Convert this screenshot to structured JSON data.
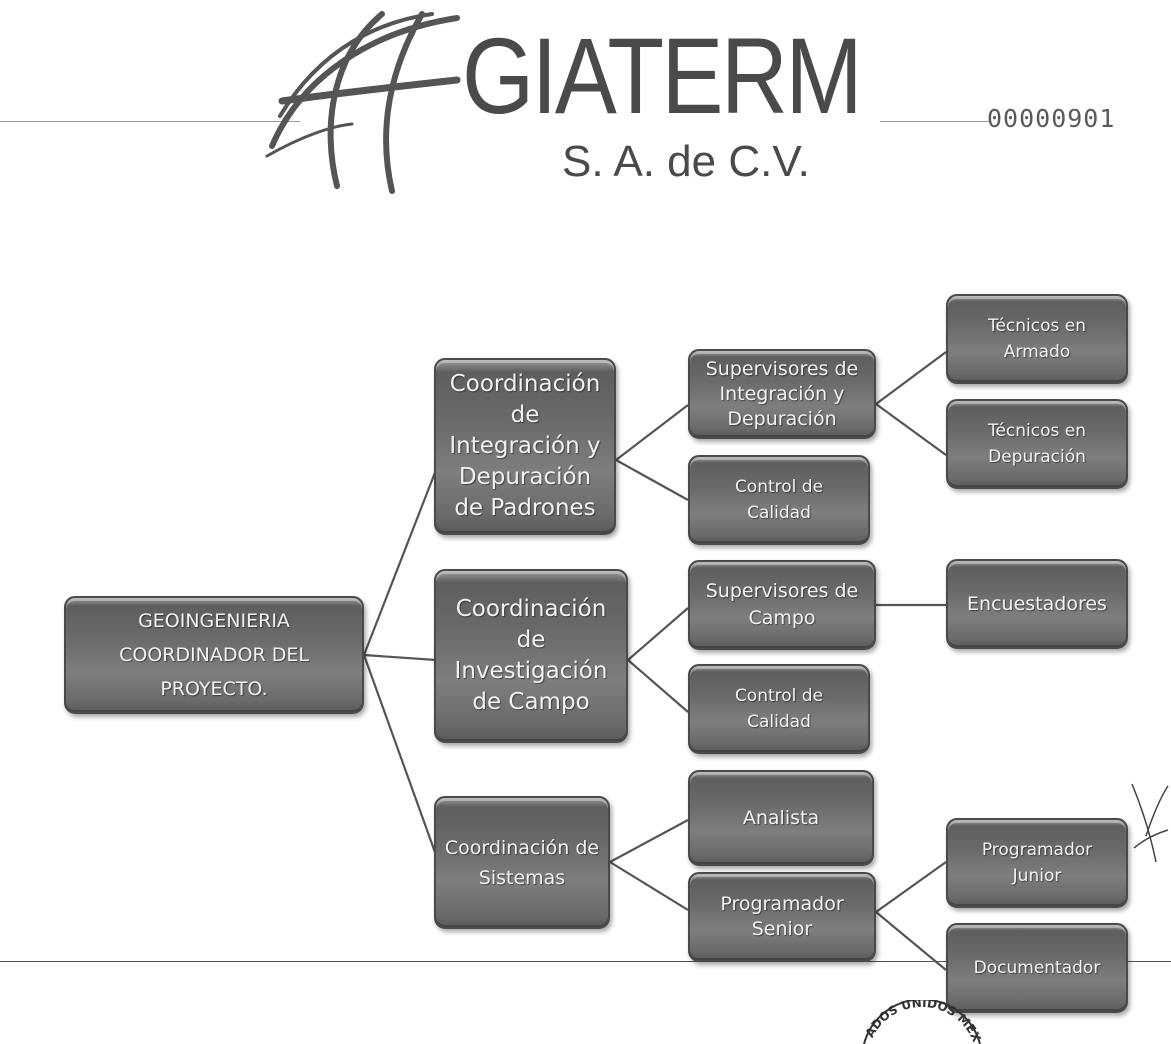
{
  "header": {
    "brand_name": "GIATERM",
    "brand_sub": "S. A. de C.V.",
    "doc_number": "00000901"
  },
  "org_chart": {
    "root": {
      "label": "GEOINGENIERIA COORDINADOR DEL PROYECTO."
    },
    "coordinations": [
      {
        "label": "Coordinación de Integración y Depuración de Padrones"
      },
      {
        "label": "Coordinación de Investigación de Campo"
      },
      {
        "label": "Coordinación de Sistemas"
      }
    ],
    "teams": [
      {
        "label": "Supervisores de Integración y Depuración"
      },
      {
        "label": "Control de Calidad"
      },
      {
        "label": "Supervisores de Campo"
      },
      {
        "label": "Control de Calidad"
      },
      {
        "label": "Analista"
      },
      {
        "label": "Programador Senior"
      }
    ],
    "staff": [
      {
        "label": "Técnicos en Armado"
      },
      {
        "label": "Técnicos en Depuración"
      },
      {
        "label": "Encuestadores"
      },
      {
        "label": "Programador Junior"
      },
      {
        "label": "Documentador"
      }
    ]
  },
  "stamp": {
    "text": "ADOS UNIDOS MEXICA"
  }
}
